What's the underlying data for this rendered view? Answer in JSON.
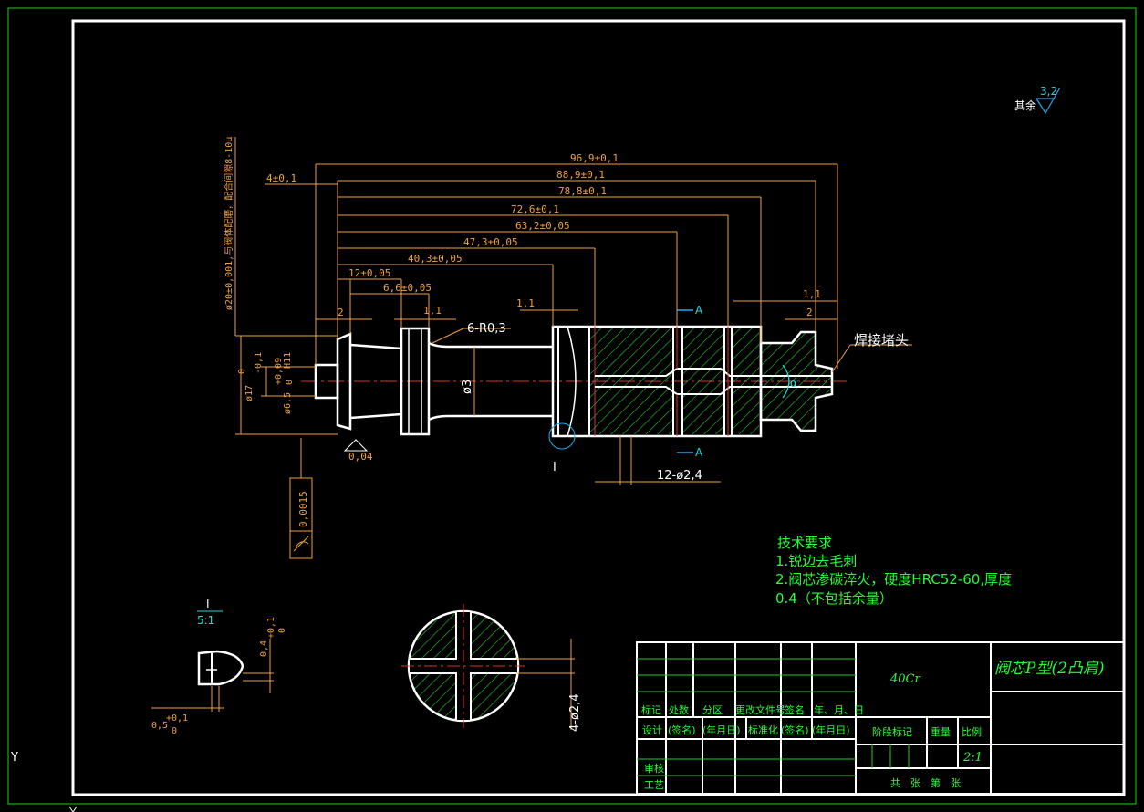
{
  "dimensions": {
    "overall": "96,9±0,1",
    "d2": "88,9±0,1",
    "d3": "78,8±0,1",
    "d4": "72,6±0,1",
    "d5": "63,2±0,05",
    "d6": "47,3±0,05",
    "d7": "40,3±0,05",
    "d8": "12±0,05",
    "d9": "6,6±0,05",
    "d10": "1,1",
    "d11": "1,1",
    "d12": "1,1",
    "left_offset": "4±0,1",
    "two_left": "2",
    "two_right": "2",
    "fillet": "6-R0,3",
    "bore": "ø3",
    "holes": "12-ø2,4",
    "d17": "ø17",
    "d17_tol_top": "0",
    "d17_tol_bot": "-0,1",
    "d65": "ø6,5",
    "d65_tol_top": "+0,09",
    "d65_tol_bot": "0",
    "d65_fit": "H11",
    "fit_note": "ø20±0,001,与阀体配磨，配合间隙8-10μ",
    "surface_local": "0,04",
    "runout": "0,0015",
    "section_mark": "A",
    "detail_mark": "I"
  },
  "annotation_weld": "焊接堵头",
  "roughness": {
    "label": "其余",
    "value": "3,2"
  },
  "tech_requirements": {
    "heading": "技术要求",
    "item1": "1.锐边去毛刺",
    "item2": "2.阀芯渗碳淬火，硬度HRC52-60,厚度",
    "item3": "0.4（不包括余量）"
  },
  "detail_view": {
    "label": "I",
    "scale": "5:1",
    "dim_a": "0,4",
    "dim_a_top": "+0,1",
    "dim_a_bot": "0",
    "dim_b": "0,5",
    "dim_b_top": "+0,1",
    "dim_b_bot": "0"
  },
  "section_view": {
    "holes": "4-ø2,4"
  },
  "title_block": {
    "material": "40Cr",
    "part_name": "阀芯P型(2凸肩)",
    "h_mark": "标记",
    "h_count": "处数",
    "h_zone": "分区",
    "h_docno": "更改文件号",
    "h_sign": "签名",
    "h_date": "年、月、日",
    "h_design": "设计",
    "h_sign2": "(签名)",
    "h_date2": "(年月日)",
    "h_std": "标准化",
    "h_sign3": "(签名)",
    "h_date3": "(年月日)",
    "h_stage": "阶段标记",
    "h_weight": "重量",
    "h_scale": "比例",
    "scale": "2:1",
    "h_review": "审核",
    "h_process": "工艺",
    "h_sheets": "共　张　第　张"
  },
  "ucs_label": "Y"
}
